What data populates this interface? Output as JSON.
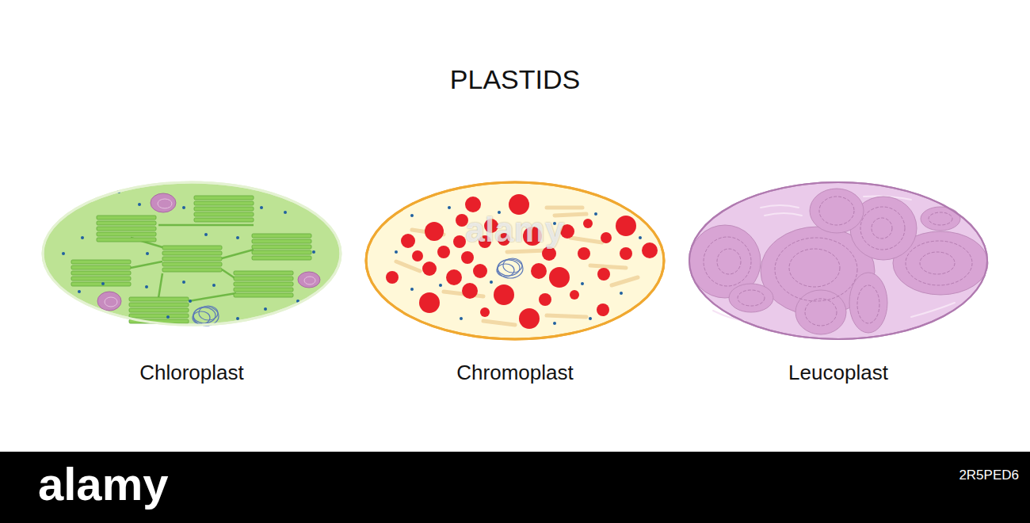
{
  "diagram": {
    "title": "PLASTIDS",
    "nodes": [
      {
        "text": [
          "Chloroplast"
        ]
      },
      {
        "text": [
          "Chromoplast"
        ]
      },
      {
        "text": [
          "Leucoplast"
        ]
      }
    ],
    "labels": [
      "alamy",
      "alamy",
      "2R5PED6"
    ]
  }
}
